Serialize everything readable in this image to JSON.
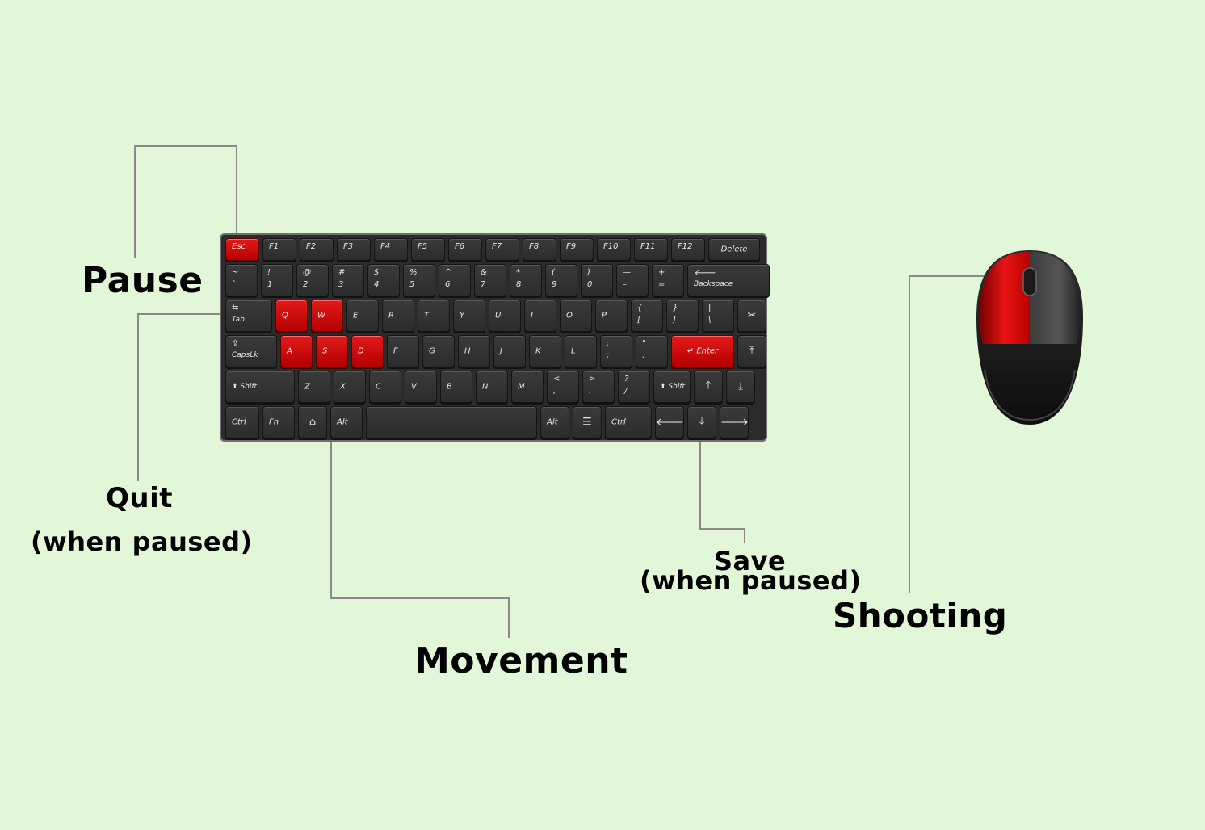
{
  "labels": {
    "pause": "Pause",
    "quit_line1": "Quit",
    "quit_line2": "(when paused)",
    "movement": "Movement",
    "save_line1": "Save",
    "save_line2": "(when paused)",
    "shooting": "Shooting"
  },
  "keyboard": {
    "highlight_color": "#d60000",
    "rows": [
      [
        {
          "k": "esc",
          "label": "Esc",
          "red": true
        },
        {
          "k": "f1",
          "label": "F1"
        },
        {
          "k": "f2",
          "label": "F2"
        },
        {
          "k": "f3",
          "label": "F3"
        },
        {
          "k": "f4",
          "label": "F4"
        },
        {
          "k": "f5",
          "label": "F5"
        },
        {
          "k": "f6",
          "label": "F6"
        },
        {
          "k": "f7",
          "label": "F7"
        },
        {
          "k": "f8",
          "label": "F8"
        },
        {
          "k": "f9",
          "label": "F9"
        },
        {
          "k": "f10",
          "label": "F10"
        },
        {
          "k": "f11",
          "label": "F11"
        },
        {
          "k": "f12",
          "label": "F12"
        },
        {
          "k": "delete",
          "label": "Delete"
        }
      ],
      [
        {
          "k": "tilde",
          "top": "~",
          "bot": "`"
        },
        {
          "k": "1",
          "top": "!",
          "bot": "1"
        },
        {
          "k": "2",
          "top": "@",
          "bot": "2"
        },
        {
          "k": "3",
          "top": "#",
          "bot": "3"
        },
        {
          "k": "4",
          "top": "$",
          "bot": "4"
        },
        {
          "k": "5",
          "top": "%",
          "bot": "5"
        },
        {
          "k": "6",
          "top": "^",
          "bot": "6"
        },
        {
          "k": "7",
          "top": "&",
          "bot": "7"
        },
        {
          "k": "8",
          "top": "*",
          "bot": "8"
        },
        {
          "k": "9",
          "top": "(",
          "bot": "9"
        },
        {
          "k": "0",
          "top": ")",
          "bot": "0"
        },
        {
          "k": "minus",
          "top": "—",
          "bot": "–"
        },
        {
          "k": "equals",
          "top": "+",
          "bot": "="
        },
        {
          "k": "backspace",
          "top": "🡐",
          "bot": "Backspace"
        }
      ],
      [
        {
          "k": "tab",
          "top": "⇆",
          "bot": "Tab"
        },
        {
          "k": "q",
          "label": "Q",
          "red": true
        },
        {
          "k": "w",
          "label": "W",
          "red": true
        },
        {
          "k": "e",
          "label": "E"
        },
        {
          "k": "r",
          "label": "R"
        },
        {
          "k": "t",
          "label": "T"
        },
        {
          "k": "y",
          "label": "Y"
        },
        {
          "k": "u",
          "label": "U"
        },
        {
          "k": "i",
          "label": "I"
        },
        {
          "k": "o",
          "label": "O"
        },
        {
          "k": "p",
          "label": "P"
        },
        {
          "k": "lbracket",
          "top": "{",
          "bot": "["
        },
        {
          "k": "rbracket",
          "top": "}",
          "bot": "]"
        },
        {
          "k": "backslash",
          "top": "|",
          "bot": "\\"
        },
        {
          "k": "cut",
          "icon": "✂"
        }
      ],
      [
        {
          "k": "capslock",
          "top": "⇪",
          "bot": "CapsLk"
        },
        {
          "k": "a",
          "label": "A",
          "red": true
        },
        {
          "k": "s",
          "label": "S",
          "red": true
        },
        {
          "k": "d",
          "label": "D",
          "red": true
        },
        {
          "k": "f",
          "label": "F"
        },
        {
          "k": "g",
          "label": "G"
        },
        {
          "k": "h",
          "label": "H"
        },
        {
          "k": "j",
          "label": "J"
        },
        {
          "k": "k",
          "label": "K"
        },
        {
          "k": "l",
          "label": "L"
        },
        {
          "k": "semicolon",
          "top": ":",
          "bot": ";"
        },
        {
          "k": "quote",
          "top": "\"",
          "bot": ","
        },
        {
          "k": "enter",
          "label": "↵ Enter",
          "red": true
        },
        {
          "k": "pgup",
          "icon": "⤒"
        }
      ],
      [
        {
          "k": "lshift",
          "label": "⬆ Shift"
        },
        {
          "k": "z",
          "label": "Z"
        },
        {
          "k": "x",
          "label": "X"
        },
        {
          "k": "c",
          "label": "C"
        },
        {
          "k": "v",
          "label": "V"
        },
        {
          "k": "b",
          "label": "B"
        },
        {
          "k": "n",
          "label": "N"
        },
        {
          "k": "m",
          "label": "M"
        },
        {
          "k": "comma",
          "top": "<",
          "bot": ","
        },
        {
          "k": "period",
          "top": ">",
          "bot": "."
        },
        {
          "k": "slash",
          "top": "?",
          "bot": "/"
        },
        {
          "k": "rshift",
          "label": "⬆ Shift"
        },
        {
          "k": "up",
          "icon": "🡑"
        },
        {
          "k": "pgdn",
          "icon": "⤓"
        }
      ],
      [
        {
          "k": "lctrl",
          "label": "Ctrl"
        },
        {
          "k": "fn",
          "label": "Fn"
        },
        {
          "k": "home",
          "icon": "⌂"
        },
        {
          "k": "lalt",
          "label": "Alt"
        },
        {
          "k": "space",
          "label": ""
        },
        {
          "k": "ralt",
          "label": "Alt"
        },
        {
          "k": "menu",
          "icon": "☰"
        },
        {
          "k": "rctrl",
          "label": "Ctrl"
        },
        {
          "k": "left",
          "icon": "🡐"
        },
        {
          "k": "down",
          "icon": "🡓"
        },
        {
          "k": "right",
          "icon": "🡒"
        }
      ]
    ]
  },
  "mouse": {
    "left_button_color": "#d60000",
    "body_color": "#2a2a2a"
  }
}
